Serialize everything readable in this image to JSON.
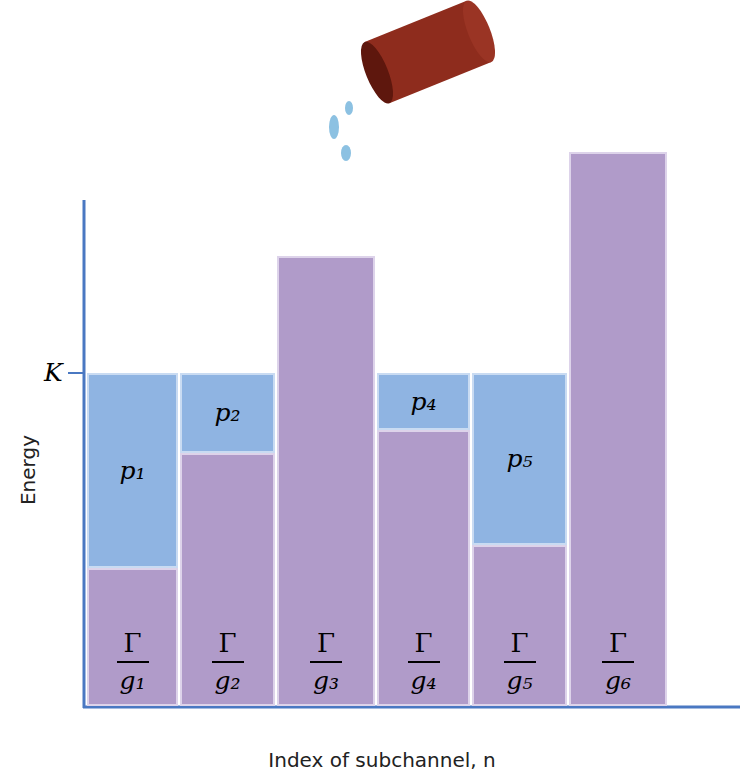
{
  "diagram": {
    "nodes": [
      {
        "text": [
          "p₁"
        ]
      },
      {
        "text": [
          "Γ",
          "g₁"
        ]
      },
      {
        "text": [
          "p₂"
        ]
      },
      {
        "text": [
          "Γ",
          "g₂"
        ]
      },
      {
        "text": [
          "Γ",
          "g₃"
        ]
      },
      {
        "text": [
          "p₄"
        ]
      },
      {
        "text": [
          "Γ",
          "g₄"
        ]
      },
      {
        "text": [
          "p₅"
        ]
      },
      {
        "text": [
          "Γ",
          "g₅"
        ]
      },
      {
        "text": [
          "Γ",
          "g₆"
        ]
      }
    ],
    "labels": [
      "K",
      "Energy",
      "Index of subchannel, n"
    ]
  }
}
